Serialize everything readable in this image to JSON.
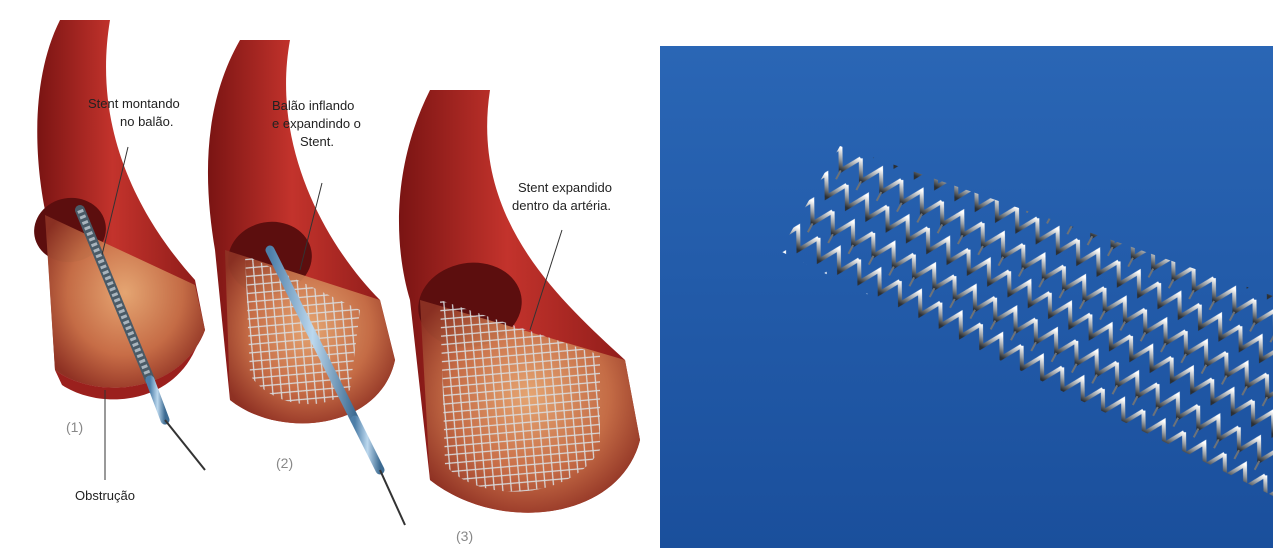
{
  "illustration": {
    "labels": {
      "step1_line1": "Stent montando",
      "step1_line2": "no balão.",
      "step2_line1": "Balão inflando",
      "step2_line2": "e expandindo o",
      "step2_line3": "Stent.",
      "step3_line1": "Stent expandido",
      "step3_line2": "dentro da artéria.",
      "obstruction": "Obstrução"
    },
    "step_numbers": [
      "(1)",
      "(2)",
      "(3)"
    ]
  },
  "photo": {
    "background_color": "#1c57a8"
  }
}
